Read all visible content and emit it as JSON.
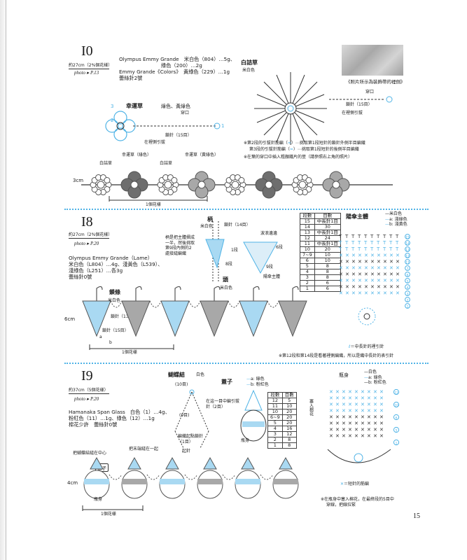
{
  "page_number": "15",
  "i0": {
    "num": "I0",
    "size": "約27cm（2%個花樣）",
    "photo": "photo ▸ P.13",
    "materials": [
      "Olympus Emmy Grande　米白色（804）…5g、",
      "綠色（200）…2g",
      "Emmy Grande《Colors》　黃綠色（229）…1g",
      "蕾絲針2號"
    ],
    "lucky_title": "幸運草",
    "lucky_colors": "綠色、黃綠色",
    "lucky_hole": "穿口",
    "lucky_chain": "鎖針（15目）",
    "lucky_pull": "在裡側引拔",
    "marker_3": "3",
    "marker_2": "2",
    "marker_1": "1",
    "white_title": "白詰草",
    "white_color": "米白色",
    "white_hole": "穿口",
    "white_chain": "鎖針（15目）",
    "white_pull": "在裡側引拔",
    "note1": "※第2段的引拔針筋編（",
    "note1b": "）⋯挑取第1段短針的鎖針外側半目編織",
    "note2": "第3段的引拔針筋編（",
    "note2b": "）⋯挑取第1段短針的後側半目編織",
    "note3": "※在葉的穿口中插入粗顏鐵片的莖（請參照右上角的照片）",
    "photo_caption": "《照片所示為裝飾帶的裡側》",
    "strip_labels": {
      "white1": "白詰草",
      "lucky_green": "幸運草（綠色）",
      "white2": "白詰草",
      "lucky_yg": "幸運草（黃綠色）"
    },
    "dim": "3cm",
    "motif": "1個花樣"
  },
  "i8": {
    "num": "I8",
    "size": "約27cm（2%個花樣）",
    "photo": "photo ▸ P.20",
    "materials": [
      "Olympus Emmy Grande（Lame）",
      "米白色（L804）…4g、淺黃色（L539）、",
      "淺綠色（L251）…各3g",
      "蕾絲針0號"
    ],
    "handle_title": "柄",
    "handle_color": "米白色",
    "chain14": "鎖針（14目）",
    "handle_note": [
      "柄是把主體摺成",
      "一半，然後挑取",
      "第9段內側的2",
      "處接縫編織"
    ],
    "head_title": "頭",
    "head_color": "米白色",
    "wave": "波浪邊邊",
    "row_labels": [
      "1段",
      "8段",
      "6段",
      "9段"
    ],
    "body_label": "陽傘主體",
    "table_head": [
      "段數",
      "目數"
    ],
    "table_rows": [
      [
        "15",
        "中長針1目"
      ],
      [
        "14",
        "30"
      ],
      [
        "13",
        "中長針1目"
      ],
      [
        "12",
        "24"
      ],
      [
        "11",
        "中長針1目"
      ],
      [
        "10",
        "20"
      ],
      [
        "7~9",
        "10"
      ],
      [
        "6",
        "10"
      ],
      [
        "5",
        "8"
      ],
      [
        "4",
        "8"
      ],
      [
        "3",
        "8"
      ],
      [
        "2",
        "6"
      ],
      [
        "1",
        "6"
      ]
    ],
    "umbrella_title": "陽傘主體",
    "legend": [
      "米白色",
      "a: 淺綠色",
      "b: 淺黃色"
    ],
    "markers": [
      "15",
      "14",
      "13",
      "12",
      "11",
      "7",
      "6",
      "5",
      "4",
      "3",
      "2",
      "1"
    ],
    "chain_title": "鎖條",
    "chain_color": "米白色",
    "chain_stitch": "鎖針（13目）",
    "chain_stitch2": "鎖針（15目）",
    "a": "a",
    "b": "b",
    "dim": "6cm",
    "motif": "1個花樣",
    "legend_pull": "＝中長針的裡引針",
    "note": "※第12段和第14段是看著裡側編織，所以是織中長針的表引針"
  },
  "i9": {
    "num": "I9",
    "size": "約37cm（5個花樣）",
    "photo": "photo ▸ P.20",
    "materials": [
      "Hamanaka Span Glass　白色（1）…4g、",
      "粉紅色（11）…1g、綠色（12）…1g",
      "棉花少許　蕾絲針0號"
    ],
    "bow_title": "蝴蝶結",
    "bow_color": "白色",
    "bow_chain10": "(10目)",
    "bow_chain9": "(9目)",
    "bow_pick": "在這一目中編引拔針（2目）",
    "bow_start": "編織起點鎖針（1目）",
    "bow_start2": "起針",
    "lid_title": "蓋子",
    "lid_legend": [
      "a: 綠色",
      "b: 粉紅色"
    ],
    "bottle_label": "瓶身",
    "table_head": [
      "段數",
      "目數"
    ],
    "table_rows": [
      [
        "12",
        "5"
      ],
      [
        "11",
        "10"
      ],
      [
        "10",
        "20"
      ],
      [
        "6~9",
        "20"
      ],
      [
        "5",
        "20"
      ],
      [
        "4",
        "16"
      ],
      [
        "3",
        "12"
      ],
      [
        "2",
        "8"
      ],
      [
        "1",
        "8"
      ]
    ],
    "bottle_title": "瓶身",
    "bottle_legend": [
      "白色",
      "a: 綠色",
      "b: 粉紅色"
    ],
    "bottle_side_label": "塞入棉花",
    "markers": [
      "12",
      "10",
      "6",
      "5",
      "1"
    ],
    "bow_tie": "把蝴蝶結縫在中心",
    "lid_label": "蓋子",
    "tail_sew": "把末端縫在一起",
    "bottle_body": "瓶身",
    "dim": "4cm",
    "motif": "1個花樣",
    "legend_sc": "＝短針的筋編",
    "note": [
      "※在瓶身中塞入棉花，在最終段的5目中",
      "穿線，把線拉緊"
    ]
  },
  "colors": {
    "accent_blue": "#4fb3e6",
    "light_blue": "#a9d9f2",
    "gray": "#a8a8a8",
    "dark_gray": "#6e6e6e"
  }
}
